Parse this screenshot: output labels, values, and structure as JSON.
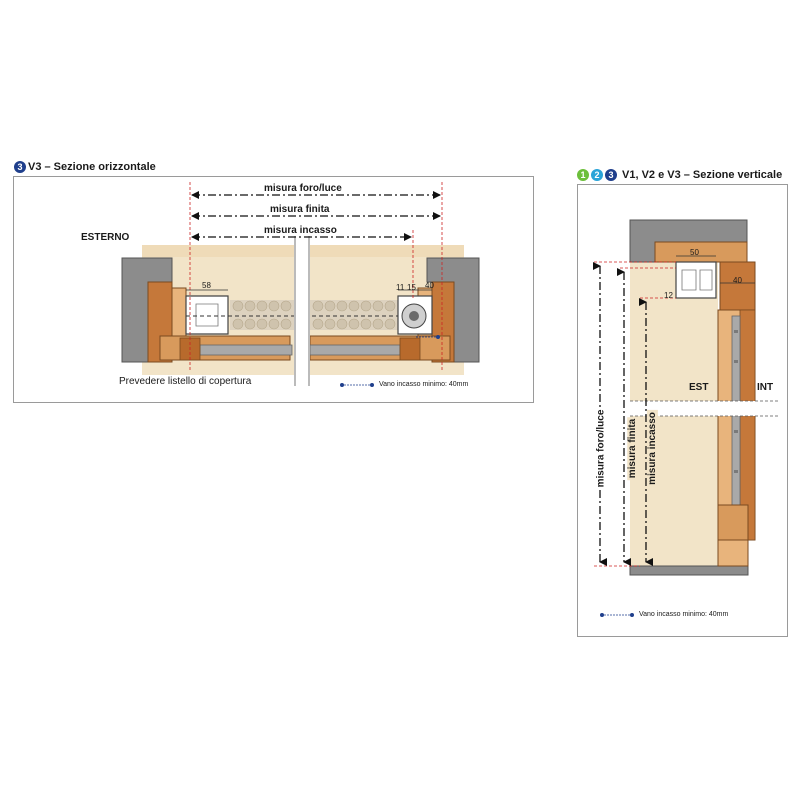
{
  "colors": {
    "badge1": "#6cbf3b",
    "badge2": "#2aa4d8",
    "badge3": "#1f3f8c",
    "wall": "#8c8c8c",
    "wood": "#c5783a",
    "wood_light": "#e8b47c",
    "plaster": "#f2e4c8",
    "guide": "#cc2222"
  },
  "horizontal": {
    "badge": "3",
    "title": "V3 – Sezione orizzontale",
    "label_outside": "ESTERNO",
    "dim_foro": "misura foro/luce",
    "dim_finita": "misura finita",
    "dim_incasso": "misura incasso",
    "d58": "58",
    "d11": "11",
    "d15": "15",
    "d40": "40",
    "note": "Prevedere listello di copertura",
    "legend": "Vano incasso minimo: 40mm"
  },
  "vertical": {
    "badges": [
      "1",
      "2",
      "3"
    ],
    "title": "V1, V2 e V3 – Sezione verticale",
    "d50": "50",
    "d40": "40",
    "d12": "12",
    "label_est": "EST",
    "label_int": "INT",
    "dim_foro": "misura foro/luce",
    "dim_finita": "misura finita",
    "dim_incasso": "misura incasso",
    "legend": "Vano incasso minimo: 40mm"
  }
}
